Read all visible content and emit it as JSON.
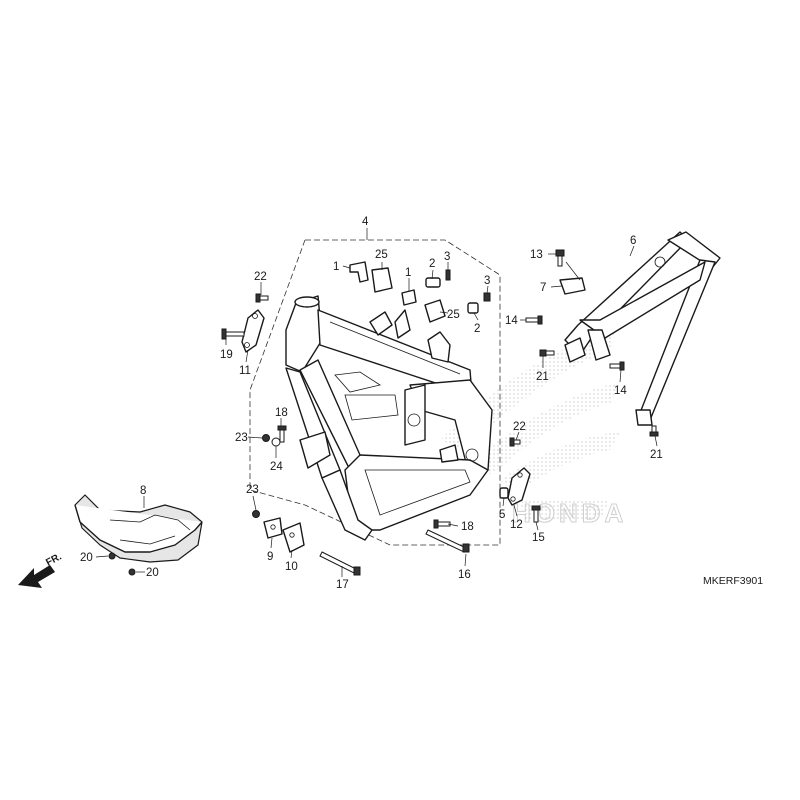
{
  "diagram_code": "MKERF3901",
  "direction_label": "FR.",
  "watermark_brand": "HONDA",
  "callouts": [
    "1",
    "1",
    "2",
    "2",
    "3",
    "3",
    "4",
    "5",
    "6",
    "7",
    "8",
    "9",
    "10",
    "11",
    "12",
    "13",
    "14",
    "14",
    "15",
    "16",
    "17",
    "18",
    "18",
    "19",
    "20",
    "20",
    "21",
    "21",
    "22",
    "22",
    "23",
    "23",
    "24",
    "25",
    "25"
  ]
}
